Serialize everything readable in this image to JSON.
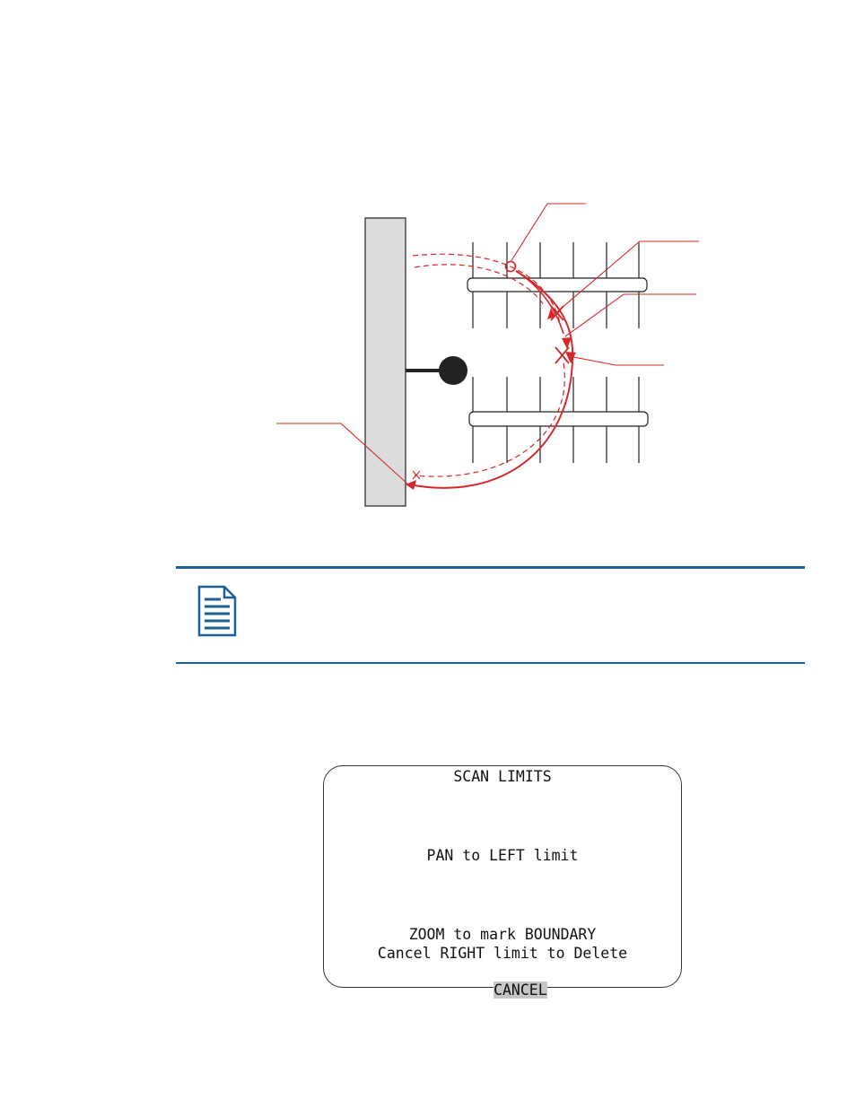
{
  "diagram": {
    "colors": {
      "limit_path": "#d4282a",
      "wall": "#dcdcdc",
      "outline": "#222222"
    },
    "elements": [
      "wall",
      "camera",
      "scan-arc",
      "dashed-arc",
      "fence-rail-top",
      "fence-rail-bottom",
      "left-limit-marker",
      "right-limit-marker",
      "callout-lines"
    ]
  },
  "note": {
    "icon": "note-document-icon",
    "rule_color": "#1f5f93"
  },
  "osd": {
    "title": "SCAN LIMITS",
    "prompt": "PAN to LEFT limit",
    "hint_zoom": "ZOOM to mark BOUNDARY",
    "hint_cancel": "Cancel RIGHT limit to Delete",
    "cancel_label": "CANCEL"
  }
}
